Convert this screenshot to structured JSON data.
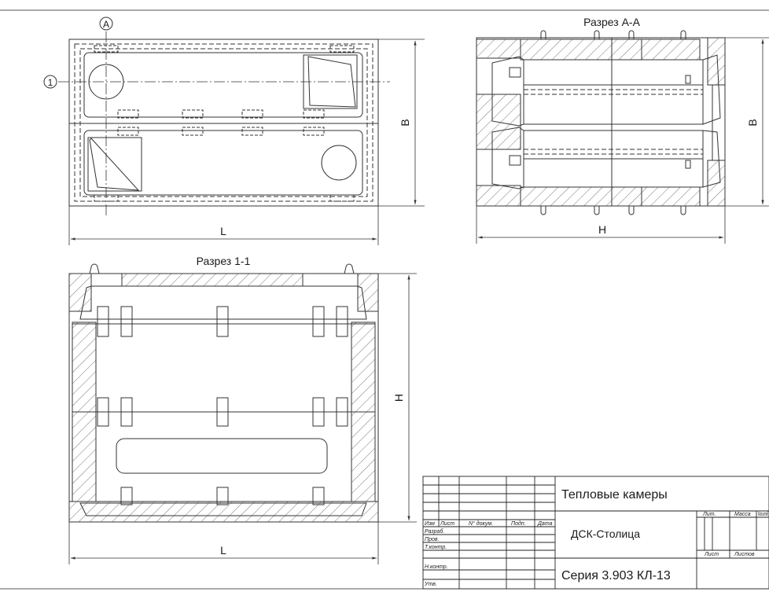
{
  "plan": {
    "section_marker": "A",
    "axis_marker": "1",
    "dim_width": "L",
    "dim_height": "B"
  },
  "section_aa": {
    "title": "Разрез А-А",
    "dim_width": "H",
    "dim_height": "B"
  },
  "section_11": {
    "title": "Разрез 1-1",
    "dim_width": "L",
    "dim_height": "H"
  },
  "title_block": {
    "project": "Тепловые камеры",
    "organization": "ДСК-Столица",
    "series": "Серия 3.903 КЛ-13",
    "col_change": "Изм",
    "col_sheet": "Лист",
    "col_doc": "N° докум.",
    "col_sign": "Подп.",
    "col_date": "Дата",
    "row_developed": "Разраб.",
    "row_checked": "Пров.",
    "row_tech": "Т.контр.",
    "row_norm": "Н.контр.",
    "row_approved": "Утв.",
    "lit": "Лит.",
    "mass": "Масса",
    "scale": "Масштаб",
    "sheet": "Лист",
    "sheets": "Листов"
  }
}
